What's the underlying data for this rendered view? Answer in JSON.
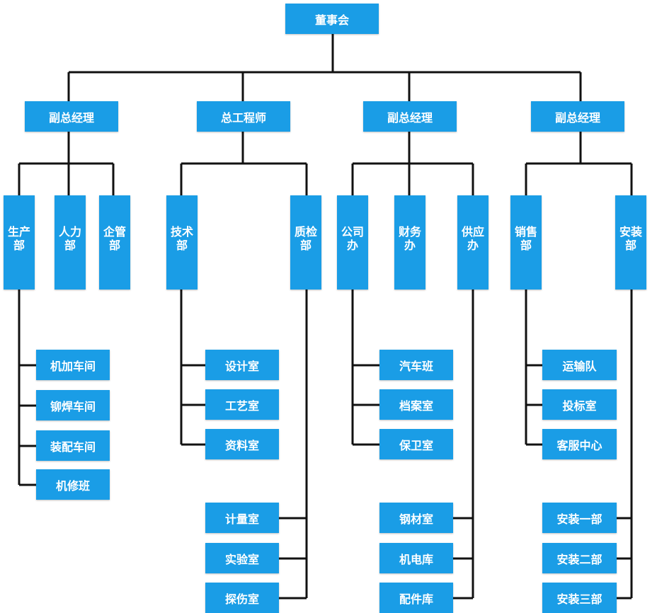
{
  "board": "董事会",
  "managers": [
    "副总经理",
    "总工程师",
    "副总经理",
    "副总经理"
  ],
  "departments": {
    "production": "生产部",
    "hr": "人力部",
    "enterprise_mgmt": "企管部",
    "technology": "技术部",
    "quality": "质检部",
    "office": "公司办",
    "finance": "财务办",
    "supply": "供应办",
    "sales": "销售部",
    "installation": "安装部"
  },
  "units": {
    "production": [
      "机加车间",
      "铆焊车间",
      "装配车间",
      "机修班"
    ],
    "technology": [
      "设计室",
      "工艺室",
      "资料室"
    ],
    "quality": [
      "计量室",
      "实验室",
      "探伤室"
    ],
    "office": [
      "汽车班",
      "档案室",
      "保卫室"
    ],
    "supply": [
      "钢材室",
      "机电库",
      "配件库"
    ],
    "sales": [
      "运输队",
      "投标室",
      "客服中心"
    ],
    "installation": [
      "安装一部",
      "安装二部",
      "安装三部"
    ]
  }
}
